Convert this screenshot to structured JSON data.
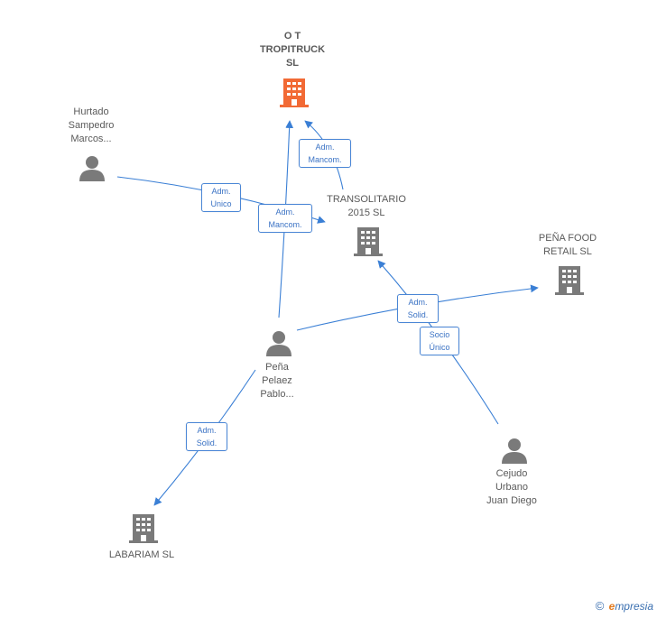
{
  "nodes": {
    "ot_tropitruck": {
      "line1": "O T",
      "line2": "TROPITRUCK",
      "line3": "SL",
      "color": "#f26a35"
    },
    "hurtado": {
      "line1": "Hurtado",
      "line2": "Sampedro",
      "line3": "Marcos..."
    },
    "transolitario": {
      "line1": "TRANSOLITARIO",
      "line2": "2015  SL"
    },
    "pena_food": {
      "line1": "PEÑA FOOD",
      "line2": "RETAIL  SL"
    },
    "pena_pelaez": {
      "line1": "Peña",
      "line2": "Pelaez",
      "line3": "Pablo..."
    },
    "cejudo": {
      "line1": "Cejudo",
      "line2": "Urbano",
      "line3": "Juan Diego"
    },
    "labariam": {
      "line1": "LABARIAM  SL"
    }
  },
  "edges": {
    "adm_mancom_top": {
      "line1": "Adm.",
      "line2": "Mancom."
    },
    "adm_unico": {
      "line1": "Adm.",
      "line2": "Unico"
    },
    "adm_mancom_mid": {
      "line1": "Adm.",
      "line2": "Mancom."
    },
    "adm_solid_right": {
      "line1": "Adm.",
      "line2": "Solid."
    },
    "socio_unico": {
      "line1": "Socio",
      "line2": "Único"
    },
    "adm_solid_left": {
      "line1": "Adm.",
      "line2": "Solid."
    }
  },
  "colors": {
    "edge": "#3a7fd5",
    "company": "#7a7a7a",
    "person": "#7a7a7a"
  },
  "footer": {
    "copyright": "©",
    "brand_e": "e",
    "brand_rest": "mpresia"
  }
}
